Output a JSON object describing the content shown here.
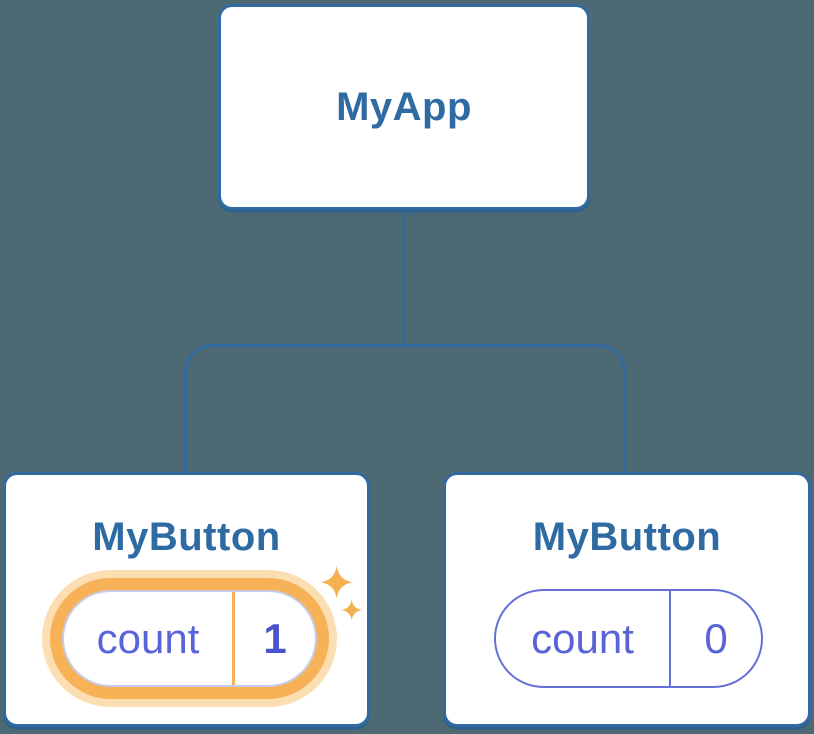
{
  "diagram": {
    "root": {
      "label": "MyApp"
    },
    "children": [
      {
        "label": "MyButton",
        "state": {
          "name": "count",
          "value": "1"
        },
        "highlighted": true
      },
      {
        "label": "MyButton",
        "state": {
          "name": "count",
          "value": "0"
        },
        "highlighted": false
      }
    ]
  },
  "colors": {
    "background": "#4D6974",
    "node_fill": "#FFFFFF",
    "node_border_blue": "#32699F",
    "node_shadow_blue": "#2B6191",
    "node_label_blue": "#2F6BA3",
    "highlight_ring_orange": "#F7B258",
    "highlight_glow": "#FBDFB2",
    "sparkle_orange": "#F6B04D",
    "state_key_indigo": "#5A64D9",
    "state_value_highlight_indigo": "#4A52CE",
    "pill_border_indigo": "#6670D8",
    "pill_text_indigo": "#5A63D6"
  }
}
